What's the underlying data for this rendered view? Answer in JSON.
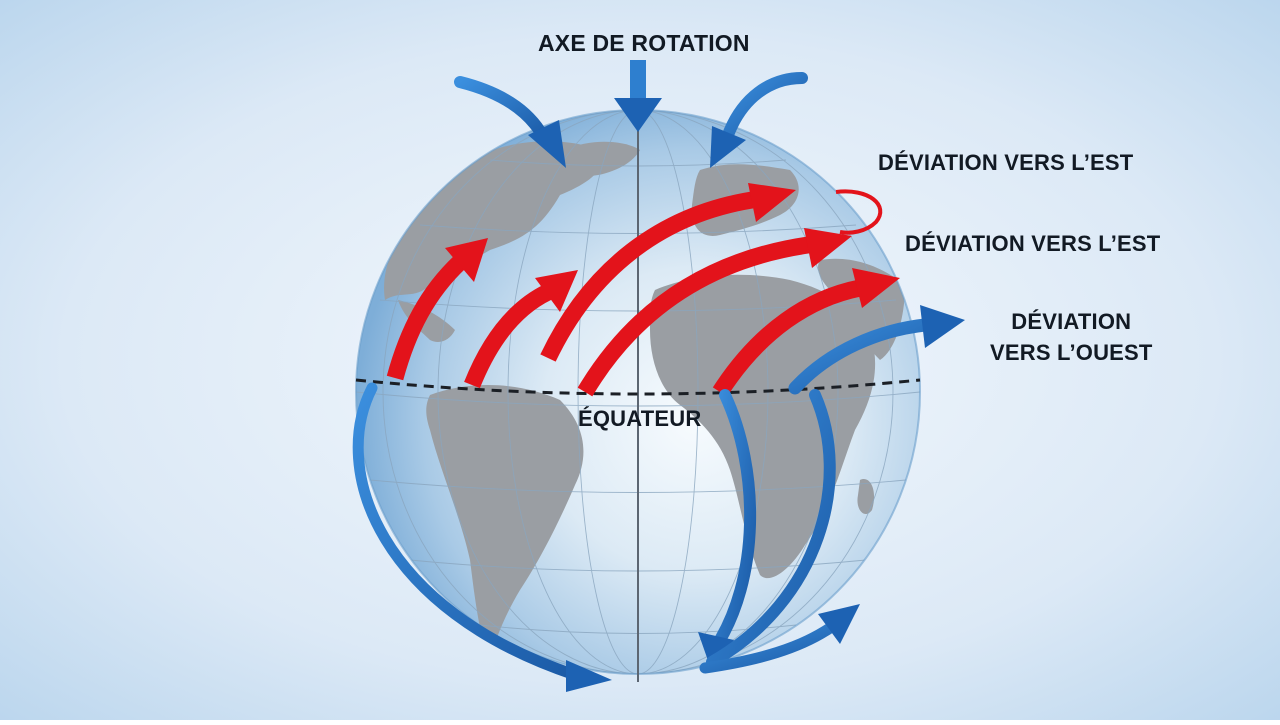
{
  "diagram": {
    "axis_label": "AXE DE ROTATION",
    "east_deflection_label_1": "DÉVIATION VERS L’EST",
    "east_deflection_label_2": "DÉVIATION VERS L’EST",
    "west_deflection_label_line1": "DÉVIATION",
    "west_deflection_label_line2": "VERS L’OUEST",
    "equator_label": "ÉQUATEUR"
  },
  "colors": {
    "background_center": "#f3f8fd",
    "background_edge": "#b6d3ec",
    "globe_light": "#f5f9fc",
    "globe_mid": "#bcd6ea",
    "globe_edge": "#7eaed8",
    "land": "#9a9ea3",
    "red_arrow": "#e3131b",
    "red_arrow_dark": "#b30d14",
    "blue_arrow": "#2e7fcf",
    "blue_arrow_dark": "#1b5aa6",
    "text": "#121a24"
  },
  "icons": {
    "east_arrow": "red-curved-arrow",
    "west_arrow": "blue-curved-arrow"
  }
}
